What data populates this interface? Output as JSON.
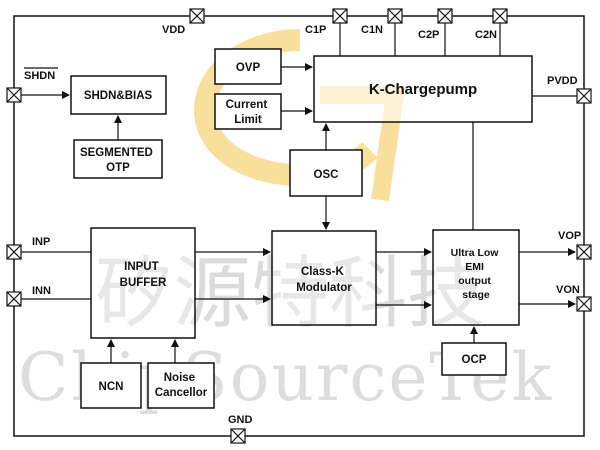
{
  "watermark": {
    "chinese": "矽源特科技",
    "english": "ChipSourceTek",
    "logo_color": "#f3c64a"
  },
  "pins": {
    "vdd": "VDD",
    "c1p": "C1P",
    "c1n": "C1N",
    "c2p": "C2P",
    "c2n": "C2N",
    "shdn": "SHDN",
    "pvdd": "PVDD",
    "inp": "INP",
    "inn": "INN",
    "vop": "VOP",
    "von": "VON",
    "gnd": "GND"
  },
  "blocks": {
    "ovp": "OVP",
    "current_limit": [
      "Current",
      "Limit"
    ],
    "chargepump": "K-Chargepump",
    "shdn_bias": "SHDN&BIAS",
    "segmented_otp": [
      "SEGMENTED",
      "OTP"
    ],
    "osc": "OSC",
    "input_buffer": [
      "INPUT",
      "BUFFER"
    ],
    "modulator": [
      "Class-K",
      "Modulator"
    ],
    "output_stage": [
      "Ultra Low",
      "EMI",
      "output",
      "stage"
    ],
    "ncn": "NCN",
    "noise_canceller": [
      "Noise",
      "Cancellor"
    ],
    "ocp": "OCP"
  },
  "colors": {
    "line": "#111111",
    "block_fill": "#ffffff",
    "pin_fill": "#ffffff"
  }
}
